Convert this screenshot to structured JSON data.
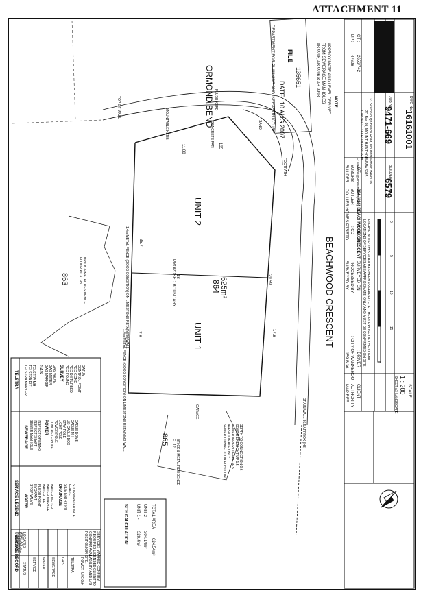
{
  "header": {
    "attachment": "ATTACHMENT 11"
  },
  "stamp": {
    "department": "DEPARTMENT FOR PLANNING AND INFRASTRUCTURE",
    "file_label": "FILE",
    "file_number": "135651",
    "date_label": "DATE",
    "date_value": "10 AUG 2007"
  },
  "note": {
    "title": "NOTE:",
    "text1": "APPROXIMATE AND LEVEL DERIVED",
    "text2": "FROM SEWERAGE MANHOLES",
    "text3": "AB 9998, AB 9996 & AB 9998."
  },
  "title_block": {
    "lot_label": "LOT",
    "lot_value": "864 (#16) BEACHWOOD CRESCENT",
    "suburb_label": "SUBURB",
    "suburb_value": "BUTLER",
    "builder_label": "BUILDER",
    "builder_value": "COLLIER HOMES PTY LTD",
    "ct_label": "CT :",
    "ct_value": "2656/742",
    "dp_label": "DP :",
    "dp_value": "47628",
    "company": "whelans",
    "company_address1": "133 Scarborough Beach Road, Mount Hawthorn WA 6016",
    "company_address2": "PO Box 99, MOUNT HAWTHORN WA 6915",
    "company_phone": "T: 08 9443 1311  F: 08 9444 2918",
    "company_email": "E: whelans@whelans.com.au",
    "builder_ref_label": "BUILDER REF No:",
    "builder_ref_value": "6579",
    "job_label": "JOB No:",
    "job_value": "9471-669",
    "dwg_label": "DWG No:",
    "dwg_value": "16161001",
    "client_label": "CLIENT",
    "client_value": ": DRIVER",
    "authority_label": "AUTHORITY",
    "authority_value": ": CITY OF WANNEROO",
    "mapref_label": "MAP REF",
    "mapref_value": ": 159 B 36",
    "surveyed_on_label": "SURVEYED ON",
    "surveyed_on_value": ": 16/06/07",
    "processed_label": "PROCESSED BY",
    "processed_value": ": CD",
    "surveyed_by_label": "SURVEYED BY",
    "surveyed_by_value": ": SE",
    "scale_label": "SCALE",
    "scale_value": "1 : 200",
    "sheet_label": "SHEET A3 LANDSCAPE",
    "scale_ticks": [
      "0",
      "5",
      "10",
      "15"
    ],
    "disclaimer": "PLEASE NOTE: THIS PLAN HAS BEEN PREPARED FOR THE PURPOSE OF THE CLIENT. LOCATIONS OF SERVICES ARE APPROXIMATE ONLY AND MUST BE CONFIRMED ON SITE."
  },
  "plan": {
    "street_north": "ORMOND BEND",
    "street_east": "BEACHWOOD CRESCENT",
    "unit1": "UNIT 1",
    "unit2": "UNIT 2",
    "lot_number": "864",
    "lot_area": "625m²",
    "lot_south": "865",
    "lot_west": "863",
    "proposed_boundary": "PROPOSED BOUNDARY",
    "south_note": "BRICK & METAL RESIDENCE FL 12",
    "west_note": "BRICK & METAL RESIDENCE FLOOR RL 37.98",
    "dim_357": "35.7",
    "dim_178": "17.8",
    "dim_1188": "11.88",
    "dim_2959": "29.59",
    "dim_135": "135",
    "dim_18": "18",
    "retaining_wall1": "1.4m METAL FENCE (GOOD CONDITION) ON LIMESTONE RETAINING WALL",
    "retaining_wall2": "1.4m METAL FENCE (GOOD CONDITION) ON LIMESTONE RETAINING WALL",
    "footpath": "FOOTPATH",
    "concrete": "CONCRETE PATH",
    "mountable_kerb": "MOUNTABLE KERB",
    "flush_kerb": "FLUSH KERB",
    "sand": "SAND",
    "garage": "GARAGE",
    "top_of_wall": "TOP OF WALL",
    "sewer_note1": "SEWER CONNECTION POSITION",
    "sewer_note2": "APPROXIMATE ONLY",
    "sewer_note3": "SEWER INVERT LEVEL   36.5",
    "sewer_note4": "SEWER ENDLIGHT UP      1.5",
    "sewer_note5": "DEPTH TO CONNECTION  0.6",
    "drain_note": "DRAIN WALL 36.5 APPROX (H3)"
  },
  "site_calc": {
    "title": "SITE CALCULATION:",
    "unit1_label": "UNIT 1 -",
    "unit1_value": "320.4m²",
    "unit2_label": "UNIT 2 -",
    "unit2_value": "304.14m²",
    "total_label": "TOTAL AREA",
    "total_value": "624.54m²"
  },
  "legend": {
    "title": "SERVICE LEGEND",
    "water": "WATER",
    "water_items": [
      "STOP VALVE",
      "HYDRANT",
      "FLUSH POINT",
      "WATER TAP",
      "WATER MARKER",
      "WATER METER"
    ],
    "drainage": "DRAINAGE",
    "drainage_items": [
      "SIDE ENTRY PIT",
      "GRATE",
      "STORMWATER INLET"
    ],
    "sewerage": "SEWERAGE",
    "sewerage_items": [
      "SEWER MANHOLE",
      "INSPECT SHAFT",
      "INSPECT OPENING"
    ],
    "power": "POWER",
    "power_items": [
      "CONCRETE POLE",
      "POWER POLE",
      "LIGHT POLE",
      "STAY POLE",
      "UG CABLE BOX",
      "CABLE MH",
      "CABLE DOME"
    ],
    "telstra": "TELSTRA",
    "telstra_items": [
      "TELSTRA MARKER",
      "TELSTRA PIT",
      "TELSTRA MH"
    ],
    "gas": "GAS",
    "gas_items": [
      "GAS MARKER",
      "GAS METER",
      "GAS VALVE"
    ],
    "survey": "SURVEY",
    "survey_items": [
      "PEG FOUND",
      "PEG DISTURBED",
      "PEG GONE",
      "CONTROL POINT",
      "DATUM"
    ]
  },
  "service_record": {
    "title": "SERVICE RECORD",
    "status": "STATUS",
    "service": "SERVICE",
    "cols": [
      "LOCATED",
      "AVAILABLE",
      "NO SERVICE",
      "UNKNOWN"
    ],
    "rows": [
      "WATER",
      "SEWERAGE",
      "GAS",
      "TELSTRA",
      "POWER"
    ],
    "power_opts": "U/G  O/H",
    "footnote": "SERVICES MARKED CONFIRM REQUIRES LICENSED CLIENT TO CONFIRM AVAILABILITY AND U/G POSITION ON SITE."
  }
}
